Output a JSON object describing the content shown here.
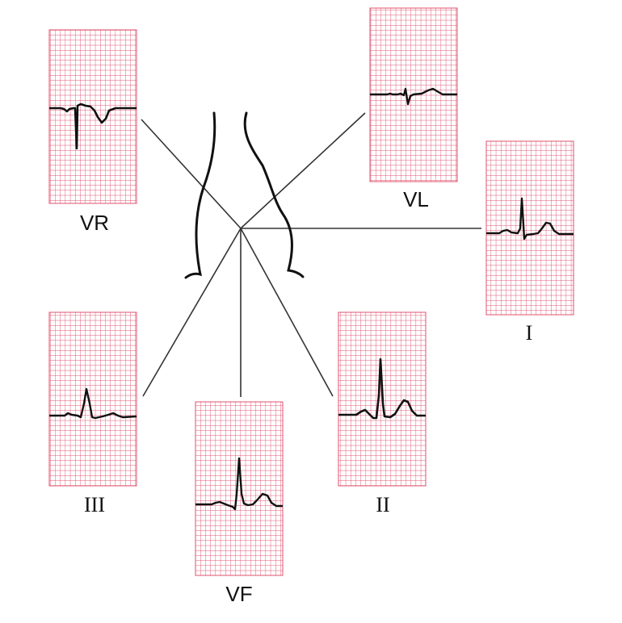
{
  "diagram": {
    "colors": {
      "grid": "#e0506e",
      "background": "#ffffff",
      "trace": "#111111",
      "line": "#333333"
    },
    "leads": {
      "vr": {
        "label": "VR"
      },
      "vl": {
        "label": "VL"
      },
      "i": {
        "label": "I"
      },
      "iii": {
        "label": "III"
      },
      "vf": {
        "label": "VF"
      },
      "ii": {
        "label": "II"
      }
    }
  }
}
